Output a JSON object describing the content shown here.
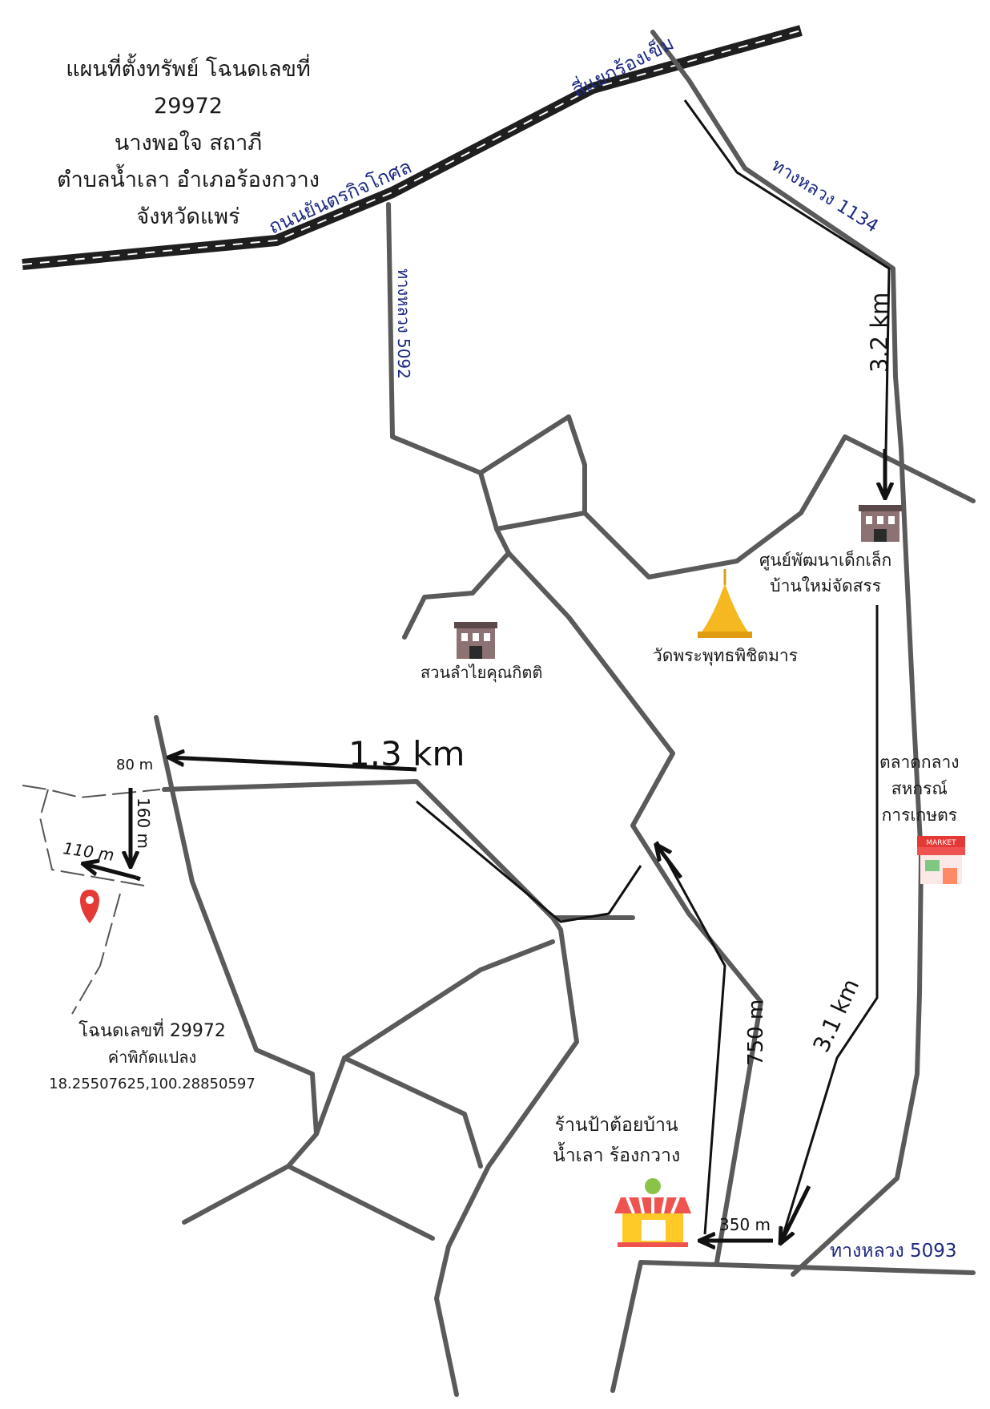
{
  "title": {
    "line1": "แผนที่ตั้งทรัพย์  โฉนดเลขที่",
    "line2": "29972",
    "line3": "นางพอใจ  สถาภี",
    "line4": "ตำบลน้ำเลา  อำเภอร้องกวาง",
    "line5": "จังหวัดแพร่"
  },
  "roads": {
    "main_road": "ถนนยันตรกิจโกศล",
    "intersection": "สี่แยกร้องเข็ม",
    "hw1134": "ทางหลวง 1134",
    "hw5092": "ทางหลวง 5092",
    "hw5093": "ทางหลวง 5093"
  },
  "landmarks": {
    "childcare": {
      "line1": "ศูนย์พัฒนาเด็กเล็ก",
      "line2": "บ้านใหม่จัดสรร",
      "icon": "building-icon"
    },
    "temple": {
      "label": "วัดพระพุทธพิชิตมาร",
      "icon": "pagoda-icon"
    },
    "orchard": {
      "label": "สวนลำไยคุณกิตติ",
      "icon": "building-icon"
    },
    "market": {
      "line1": "ตลาดกลาง",
      "line2": "สหกรณ์",
      "line3": "การเกษตร",
      "icon": "market-icon",
      "sign": "MARKET"
    },
    "shop": {
      "line1": "ร้านป้าต้อยบ้าน",
      "line2": "น้ำเลา ร้องกวาง",
      "icon": "shop-icon"
    }
  },
  "distances": {
    "d32": "3.2 km",
    "d31": "3.1 km",
    "d350": "350 m",
    "d750": "750 m",
    "d13": "1.3 km",
    "d80": "80 m",
    "d160": "160 m",
    "d110": "110 m"
  },
  "parcel": {
    "label": "โฉนดเลขที่ 29972",
    "coord_label": "ค่าพิกัดแปลง",
    "coords": "18.25507625,100.28850597",
    "marker_color": "#e53935"
  },
  "colors": {
    "road": "#5a5a5a",
    "main_road": "#1f1f1f",
    "route": "#111111",
    "road_label": "#1d2a80"
  }
}
